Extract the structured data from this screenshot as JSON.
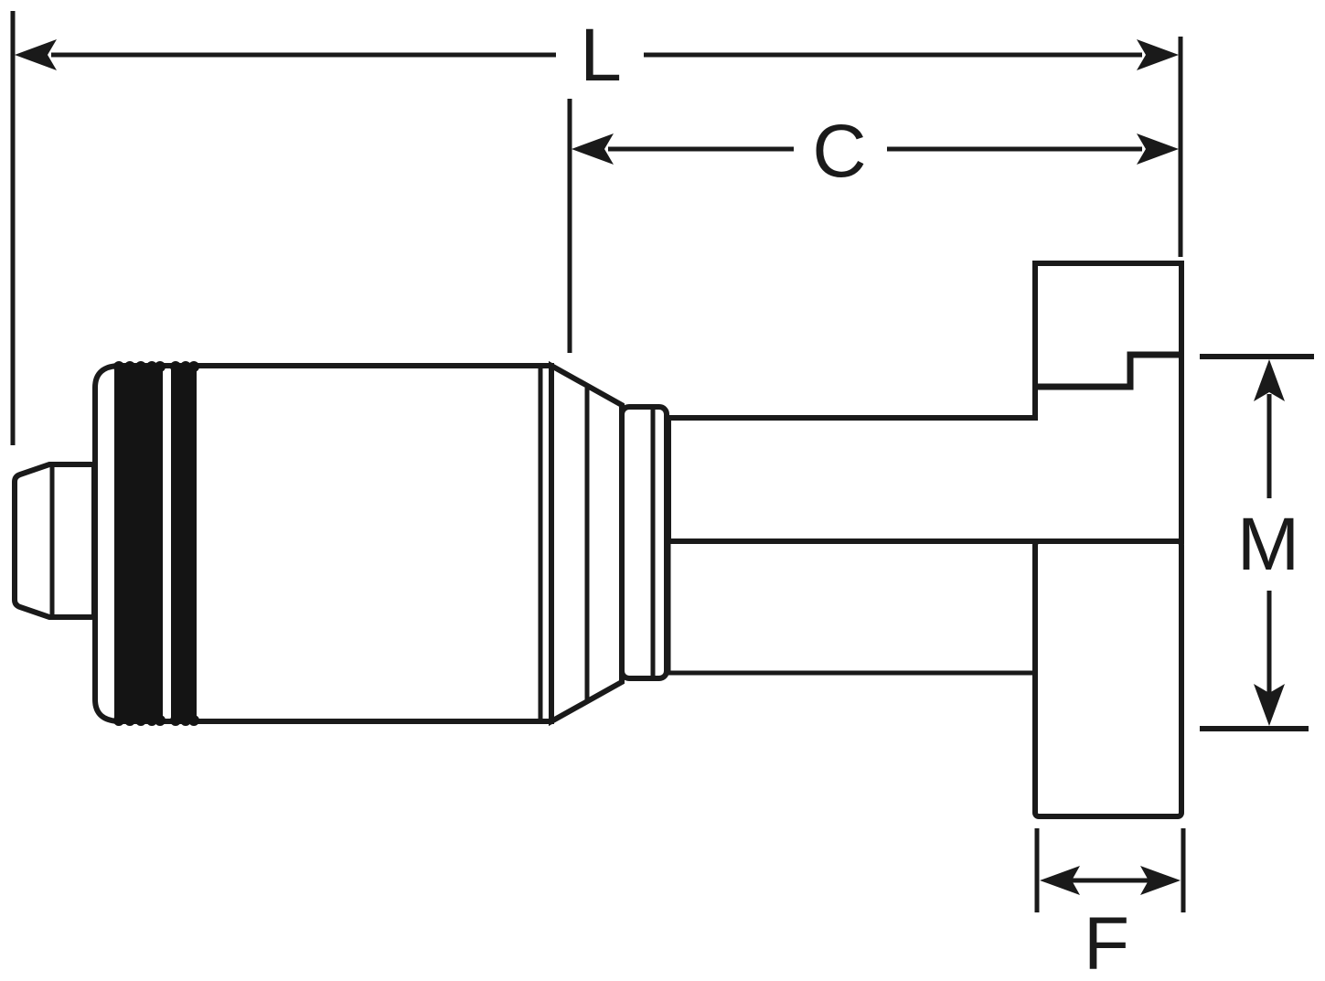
{
  "labels": {
    "overall_length": "L",
    "cutoff_length": "C",
    "flange_head_diameter": "M",
    "flange_head_width": "F"
  },
  "colors": {
    "outline": "#1a1a1a",
    "dimension": "#1a1a1a",
    "band": "#141414",
    "background": "#ffffff"
  }
}
